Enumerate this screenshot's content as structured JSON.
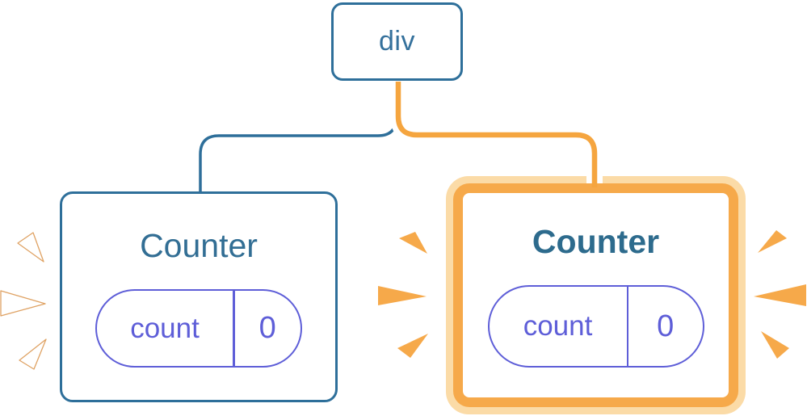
{
  "diagram": {
    "root": {
      "label": "div"
    },
    "counters": [
      {
        "title": "Counter",
        "state_key": "count",
        "state_value": "0",
        "status": "faded"
      },
      {
        "title": "Counter",
        "state_key": "count",
        "state_value": "0",
        "status": "highlighted"
      }
    ]
  },
  "colors": {
    "steel_blue_border": "#2E6F9A",
    "steel_blue_text": "#326E94",
    "indigo_pill": "#5E5ED8",
    "orange_connector": "#F5A53F",
    "orange_ring": "#F6A94A",
    "pale_orange_ring": "#FBDBA7",
    "tan_ray_outline": "#DFA263",
    "white": "#FFFFFF"
  },
  "icons": {
    "left_rays": "fading-burst-rays-icon",
    "right_rays": "glow-burst-rays-icon"
  }
}
